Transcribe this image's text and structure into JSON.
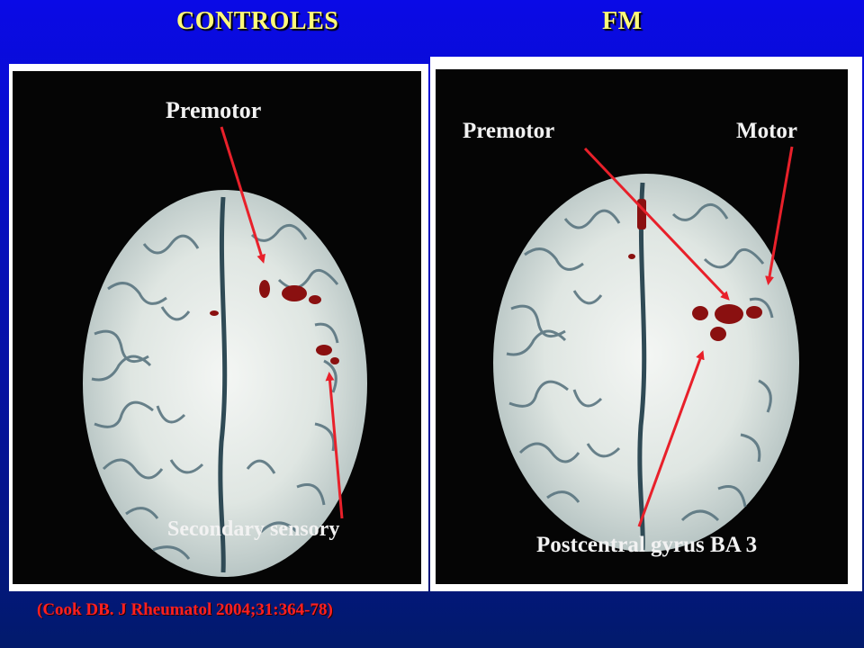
{
  "headers": {
    "left": "CONTROLES",
    "right": "FM"
  },
  "left_panel": {
    "labels": {
      "premotor": "Premotor",
      "secondary_sensory": "Secondary sensory"
    }
  },
  "right_panel": {
    "labels": {
      "premotor": "Premotor",
      "motor": "Motor",
      "postcentral": "Postcentral gyrus BA 3"
    }
  },
  "citation": "(Cook DB. J Rheumatol 2004;31:364-78)",
  "colors": {
    "header_text": "#fff97a",
    "citation_text": "#ff2020",
    "arrow": "#e8202a",
    "activation": "#8a1010"
  }
}
